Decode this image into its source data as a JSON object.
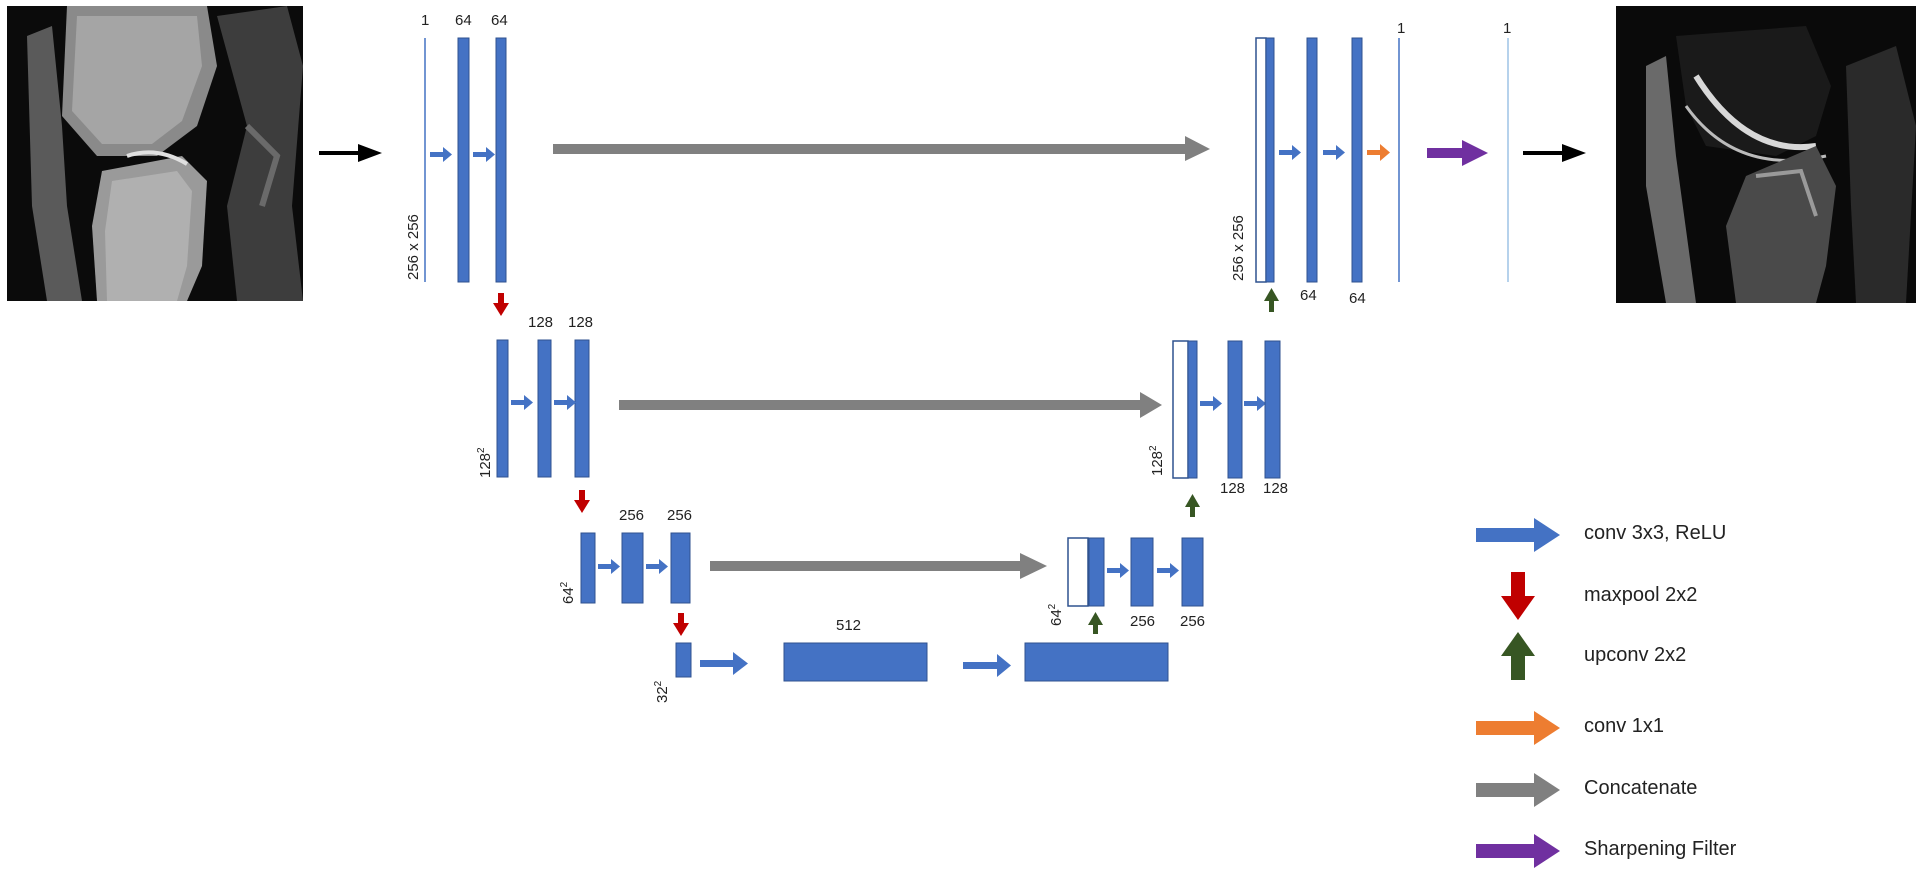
{
  "colors": {
    "block": "#4472c4",
    "block_edge": "#2f528f",
    "conv_arrow": "#4472c4",
    "maxpool": "#c00000",
    "upconv": "#375623",
    "conv1x1": "#ed7d31",
    "concat": "#808080",
    "sharpen": "#7030a0",
    "io_arrow": "#000000"
  },
  "images": {
    "input": {
      "icon": "knee-mri-input-image"
    },
    "output": {
      "icon": "knee-mri-sharpened-output-image"
    }
  },
  "labels": {
    "enc1_c0": "1",
    "enc1_c1": "64",
    "enc1_c2": "64",
    "enc1_size": "256 x 256",
    "enc2_c1": "128",
    "enc2_c2": "128",
    "enc2_size_base": "128",
    "enc2_size_exp": "2",
    "enc3_c1": "256",
    "enc3_c2": "256",
    "enc3_size_base": "64",
    "enc3_size_exp": "2",
    "bott_size_base": "32",
    "bott_size_exp": "2",
    "bott_c": "512",
    "dec3_c1": "256",
    "dec3_c2": "256",
    "dec3_size_base": "64",
    "dec3_size_exp": "2",
    "dec2_c1": "128",
    "dec2_c2": "128",
    "dec2_size_base": "128",
    "dec2_size_exp": "2",
    "dec1_c1": "64",
    "dec1_c2": "64",
    "dec1_c3": "1",
    "dec1_c4": "1",
    "dec1_size": "256 x 256"
  },
  "legend": [
    {
      "label": "conv 3x3, ReLU",
      "icon": "blue-arrow-right-icon"
    },
    {
      "label": "maxpool 2x2",
      "icon": "red-arrow-down-icon"
    },
    {
      "label": "upconv 2x2",
      "icon": "green-arrow-up-icon"
    },
    {
      "label": "conv 1x1",
      "icon": "orange-arrow-right-icon"
    },
    {
      "label": "Concatenate",
      "icon": "gray-arrow-right-icon"
    },
    {
      "label": "Sharpening Filter",
      "icon": "purple-arrow-right-icon"
    }
  ]
}
